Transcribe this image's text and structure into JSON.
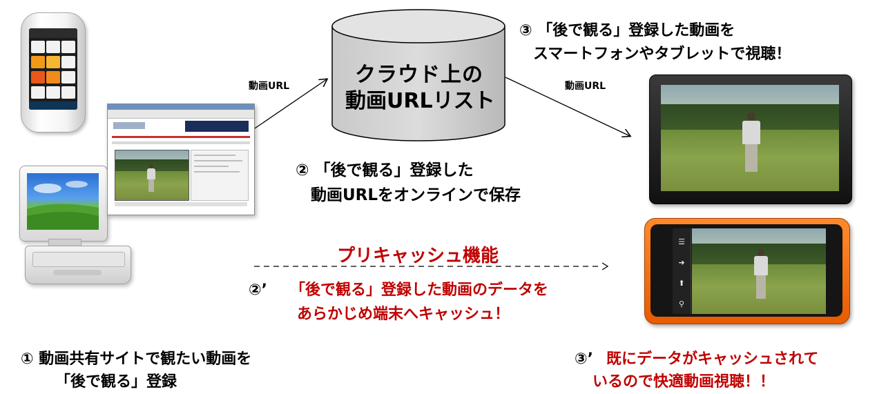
{
  "cloud": {
    "line1": "クラウド上の",
    "line2": "動画URLリスト"
  },
  "arrow_labels": {
    "left": "動画URL",
    "right": "動画URL"
  },
  "step2": {
    "line1": "② 「後で観る」登録した",
    "line2": "動画URLをオンラインで保存"
  },
  "step3": {
    "line1": "③ 「後で観る」登録した動画を",
    "line2": "スマートフォンやタブレットで視聴！"
  },
  "precache": {
    "title": "プリキャッシュ機能"
  },
  "step2p": {
    "mark": "②’",
    "line1": "「後で観る」登録した動画のデータを",
    "line2": "あらかじめ端末へキャッシュ！"
  },
  "step1": {
    "line1": "① 動画共有サイトで観たい動画を",
    "line2": "「後で観る」登録"
  },
  "step3p": {
    "mark": "③’",
    "line1": "既にデータがキャッシュされて",
    "line2": "いるので快適動画視聴！！"
  },
  "colors": {
    "highlight": "#c00000",
    "text": "#000000"
  },
  "icons": [
    "smartphone-icon",
    "desktop-pc-icon",
    "browser-window-icon",
    "cloud-database-icon",
    "tablet-icon",
    "orange-smartphone-icon"
  ]
}
